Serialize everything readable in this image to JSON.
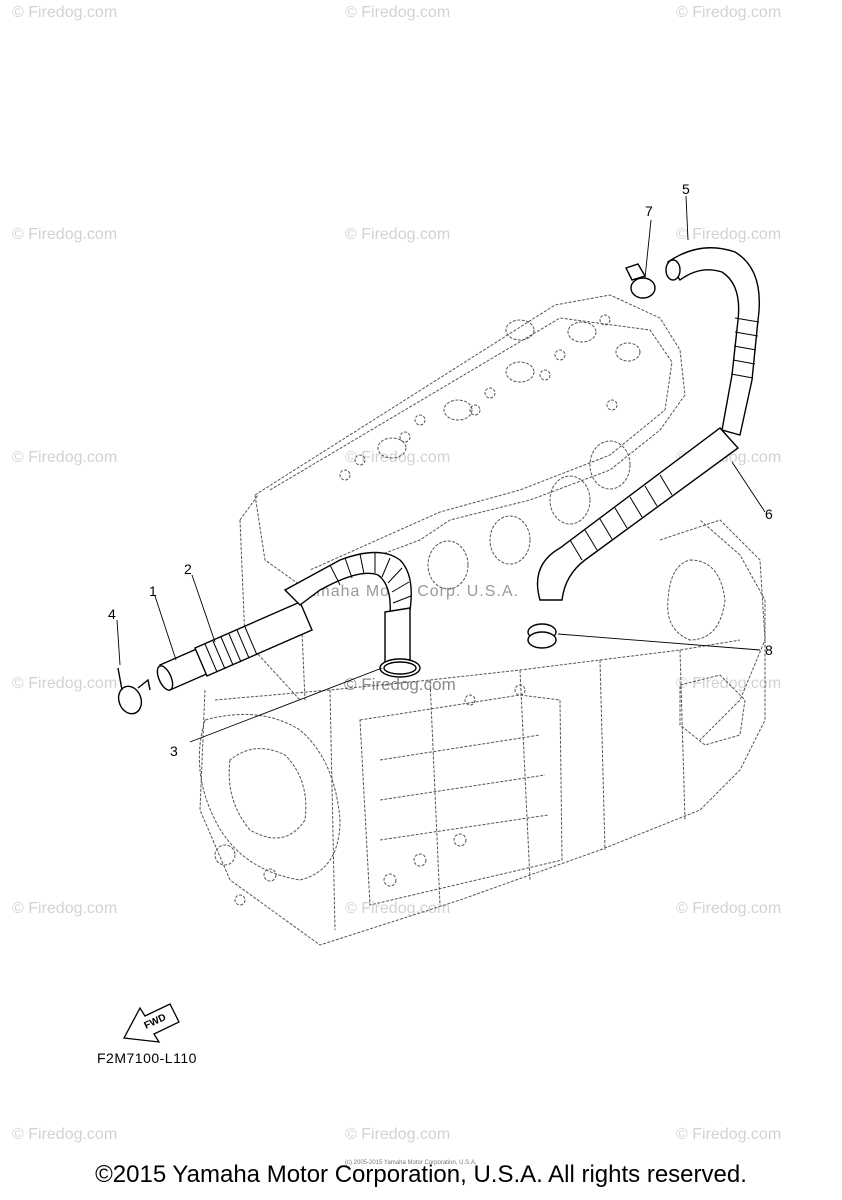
{
  "watermark": "© Firedog.com",
  "overlay_watermark": "Yamaha Motor Corp. U.S.A.",
  "callouts": [
    "1",
    "2",
    "3",
    "4",
    "5",
    "6",
    "7",
    "8"
  ],
  "fwd_label": "FWD",
  "drawing_code": "F2M7100-L110",
  "copyright": "©2015 Yamaha Motor Corporation, U.S.A. All rights reserved.",
  "copyright_small": "(c) 2005-2015 Yamaha Motor Corporation, U.S.A."
}
